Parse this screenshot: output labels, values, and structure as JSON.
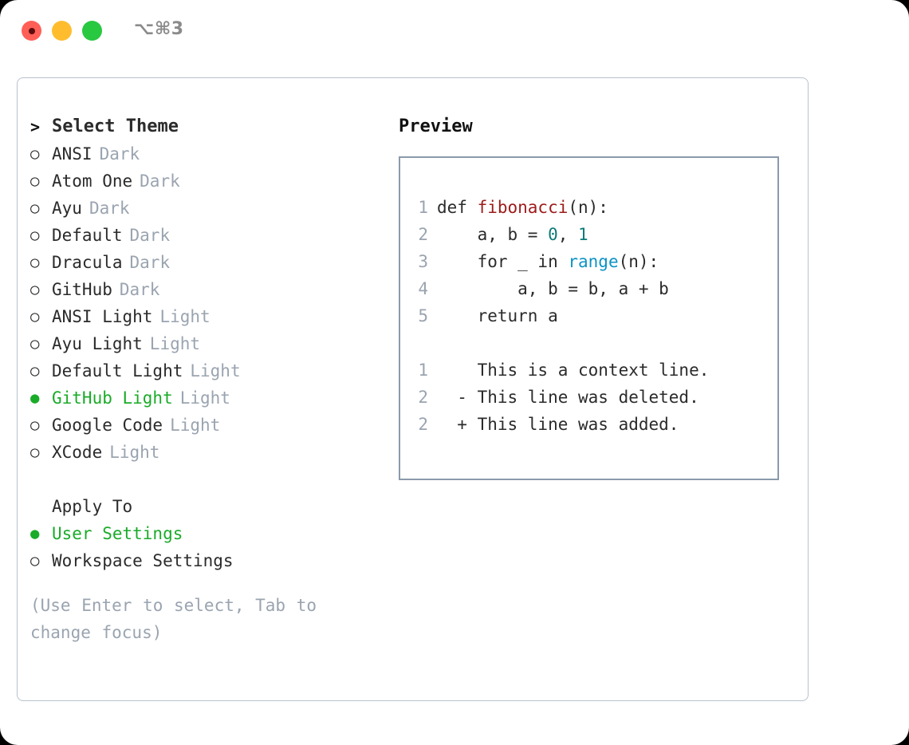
{
  "window": {
    "title_shortcut": "⌥⌘3",
    "traffic_lights": [
      {
        "name": "close",
        "color": "#ff5f57"
      },
      {
        "name": "minimize",
        "color": "#ffbd2e"
      },
      {
        "name": "zoom",
        "color": "#28c840"
      }
    ]
  },
  "theme_panel": {
    "header": "Select Theme",
    "header_marker": ">",
    "markers": {
      "selected": "●",
      "unselected": "○"
    },
    "items": [
      {
        "name": "ANSI",
        "tag": "Dark",
        "selected": false
      },
      {
        "name": "Atom One",
        "tag": "Dark",
        "selected": false
      },
      {
        "name": "Ayu",
        "tag": "Dark",
        "selected": false
      },
      {
        "name": "Default",
        "tag": "Dark",
        "selected": false
      },
      {
        "name": "Dracula",
        "tag": "Dark",
        "selected": false
      },
      {
        "name": "GitHub",
        "tag": "Dark",
        "selected": false
      },
      {
        "name": "ANSI Light",
        "tag": "Light",
        "selected": false
      },
      {
        "name": "Ayu Light",
        "tag": "Light",
        "selected": false
      },
      {
        "name": "Default Light",
        "tag": "Light",
        "selected": false
      },
      {
        "name": "GitHub Light",
        "tag": "Light",
        "selected": true
      },
      {
        "name": "Google Code",
        "tag": "Light",
        "selected": false
      },
      {
        "name": "XCode",
        "tag": "Light",
        "selected": false
      }
    ]
  },
  "apply_to": {
    "header": "Apply To",
    "options": [
      {
        "name": "User Settings",
        "selected": true
      },
      {
        "name": "Workspace Settings",
        "selected": false
      }
    ]
  },
  "hint": "(Use Enter to select, Tab to change focus)",
  "preview": {
    "title": "Preview",
    "code_lines": [
      {
        "num": "1",
        "segments": [
          {
            "text": "def ",
            "cls": "tok-def"
          },
          {
            "text": "fibonacci",
            "cls": "tok-fn"
          },
          {
            "text": "(n):",
            "cls": "tok-plain"
          }
        ]
      },
      {
        "num": "2",
        "segments": [
          {
            "text": "    a, b = ",
            "cls": "tok-plain"
          },
          {
            "text": "0",
            "cls": "tok-num"
          },
          {
            "text": ", ",
            "cls": "tok-plain"
          },
          {
            "text": "1",
            "cls": "tok-num"
          }
        ]
      },
      {
        "num": "3",
        "segments": [
          {
            "text": "    for _ in ",
            "cls": "tok-plain"
          },
          {
            "text": "range",
            "cls": "tok-builtin"
          },
          {
            "text": "(n):",
            "cls": "tok-plain"
          }
        ]
      },
      {
        "num": "4",
        "segments": [
          {
            "text": "        a, b = b, a + b",
            "cls": "tok-plain"
          }
        ]
      },
      {
        "num": "5",
        "segments": [
          {
            "text": "    return a",
            "cls": "tok-plain"
          }
        ]
      }
    ],
    "diff_lines": [
      {
        "num": "1",
        "prefix": "  ",
        "text": "This is a context line.",
        "kind": "diff-ctx"
      },
      {
        "num": "2",
        "prefix": "- ",
        "text": "This line was deleted.",
        "kind": "diff-del"
      },
      {
        "num": "2",
        "prefix": "+ ",
        "text": "This line was added.",
        "kind": "diff-add"
      }
    ]
  },
  "colors": {
    "accent_green": "#1aab29",
    "muted_gray": "#9aa4b0",
    "text": "#2b2b2b",
    "panel_border": "#b8c2cc",
    "code_border": "#8a9aab",
    "diff_add": "#0fbc22",
    "diff_del": "#b31b1b",
    "token_function": "#9d1b1b",
    "token_number": "#0d7a7a",
    "token_builtin": "#0d93c4"
  }
}
